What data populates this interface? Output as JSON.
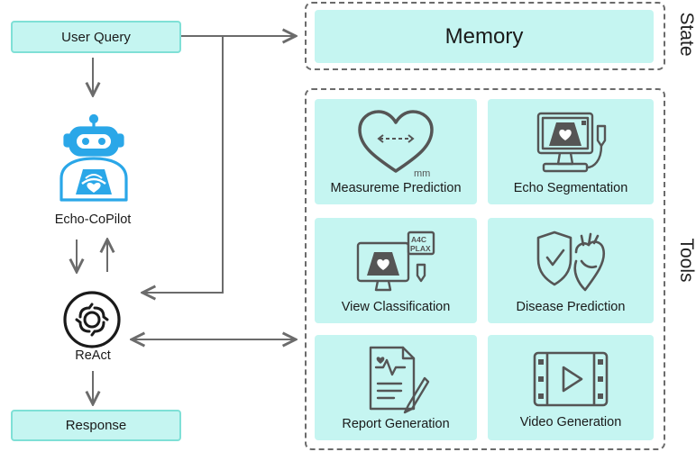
{
  "flow": {
    "user_query": "User Query",
    "agent_name": "Echo-CoPilot",
    "react_name": "ReAct",
    "response": "Response"
  },
  "state": {
    "section_label": "State",
    "memory": "Memory"
  },
  "tools": {
    "section_label": "Tools",
    "items": [
      {
        "label": "Measureme Prediction",
        "icon": "heart-measure-icon"
      },
      {
        "label": "Echo Segmentation",
        "icon": "ultrasound-machine-icon"
      },
      {
        "label": "View Classification",
        "icon": "view-monitor-icon"
      },
      {
        "label": "Disease Prediction",
        "icon": "heart-shield-icon"
      },
      {
        "label": "Report Generation",
        "icon": "report-document-icon"
      },
      {
        "label": "Video Generation",
        "icon": "video-film-icon"
      }
    ],
    "view_tags": [
      "A4C",
      "PLAX"
    ],
    "unit": "mm"
  },
  "colors": {
    "box_fill": "#c5f5f1",
    "box_border": "#7fe0d6",
    "icon_blue": "#2aa7e8",
    "icon_gray": "#555555",
    "connector": "#6b6b6b"
  }
}
